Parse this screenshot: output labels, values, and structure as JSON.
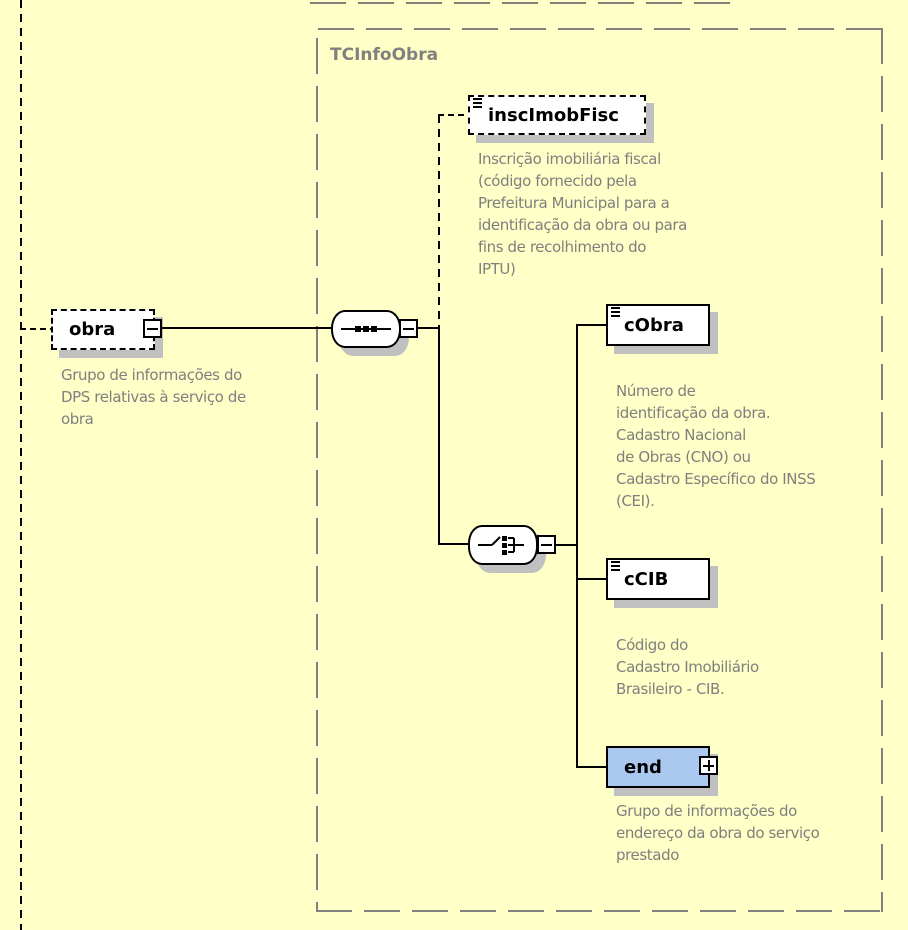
{
  "diagram": {
    "complex_type": {
      "title": "TCInfoObra"
    },
    "root_element": {
      "name": "obra",
      "optional": true,
      "toggle": "collapse",
      "documentation": "Grupo de informações do\nDPS relativas à serviço de\nobra"
    },
    "sequence_compositor": {
      "type": "sequence",
      "toggle": "collapse",
      "icon": "sequence-icon"
    },
    "choice_compositor": {
      "type": "choice",
      "toggle": "collapse",
      "icon": "choice-icon"
    },
    "elements": [
      {
        "name": "inscImobFisc",
        "optional": true,
        "simple_type": true,
        "documentation": "Inscrição imobiliária fiscal\n(código fornecido pela\nPrefeitura Municipal para a\nidentificação da obra ou para\nfins de recolhimento do\nIPTU)"
      },
      {
        "name": "cObra",
        "optional": false,
        "simple_type": true,
        "documentation": "            Número de\nidentificação da obra.\n            Cadastro Nacional\nde Obras (CNO) ou\nCadastro Específico do INSS\n(CEI)."
      },
      {
        "name": "cCIB",
        "optional": false,
        "simple_type": true,
        "documentation": "            Código do\nCadastro Imobiliário\nBrasileiro - CIB."
      },
      {
        "name": "end",
        "optional": false,
        "complex": true,
        "toggle": "expand",
        "documentation": "Grupo de informações do\nendereço da obra do serviço\nprestado"
      }
    ],
    "colors": {
      "background": "#FFFFC8",
      "complex_element_fill": "#ABC8F0",
      "frame_border": "#808080",
      "doc_text": "#7F7F7F"
    }
  }
}
